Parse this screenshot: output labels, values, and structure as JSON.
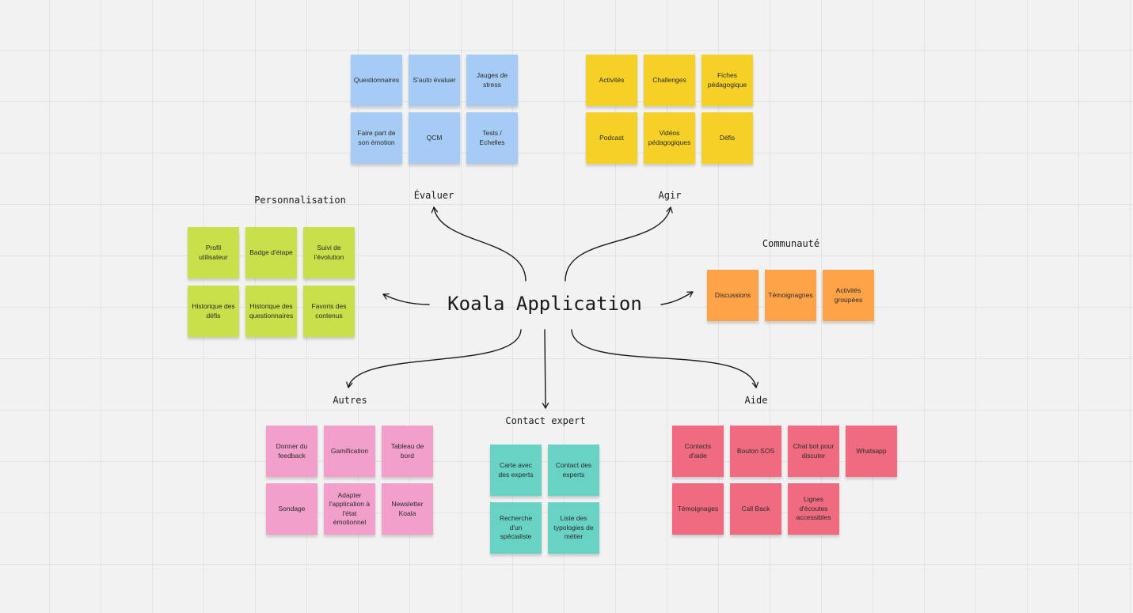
{
  "center_title": "Koala Application",
  "groups": [
    {
      "id": "evaluer",
      "label": "Évaluer",
      "color": "#a6ccf5",
      "notes": [
        "Questionnaires",
        "S'auto évaluer",
        "Jauges de stress",
        "Faire part de son émotion",
        "QCM",
        "Tests / Echelles"
      ]
    },
    {
      "id": "agir",
      "label": "Agir",
      "color": "#f5d128",
      "notes": [
        "Activités",
        "Challenges",
        "Fiches pédagogique",
        "Podcast",
        "Vidéos pédagogiques",
        "Défis"
      ]
    },
    {
      "id": "personnalisation",
      "label": "Personnalisation",
      "color": "#c9e04a",
      "notes": [
        "Profil utilisateur",
        "Badge d'étape",
        "Suivi de l'évolution",
        "Historique des défis",
        "Historique des questionnaires",
        "Favoris des contenus"
      ]
    },
    {
      "id": "communaute",
      "label": "Communauté",
      "color": "#fea347",
      "notes": [
        "Discussions",
        "Témoignagnes",
        "Activités groupées"
      ]
    },
    {
      "id": "autres",
      "label": "Autres",
      "color": "#f2a0cb",
      "notes": [
        "Donner du feedback",
        "Gamification",
        "Tableau de bord",
        "Sondage",
        "Adapter l'application à l'état émotionnel",
        "Newsletter Koala"
      ]
    },
    {
      "id": "contact",
      "label": "Contact expert",
      "color": "#68d2c4",
      "notes": [
        "Carte avec des experts",
        "Contact des experts",
        "Recherche d'un spécialiste",
        "Liste des typologies de métier"
      ]
    },
    {
      "id": "aide",
      "label": "Aide",
      "color": "#f06b80",
      "notes": [
        "Contacts d'aide",
        "Bouton SOS",
        "Chat bot pour discuter",
        "Whatsapp",
        "Témoignages",
        "Call Back",
        "Lignes d'écoutes accessibles"
      ]
    }
  ]
}
